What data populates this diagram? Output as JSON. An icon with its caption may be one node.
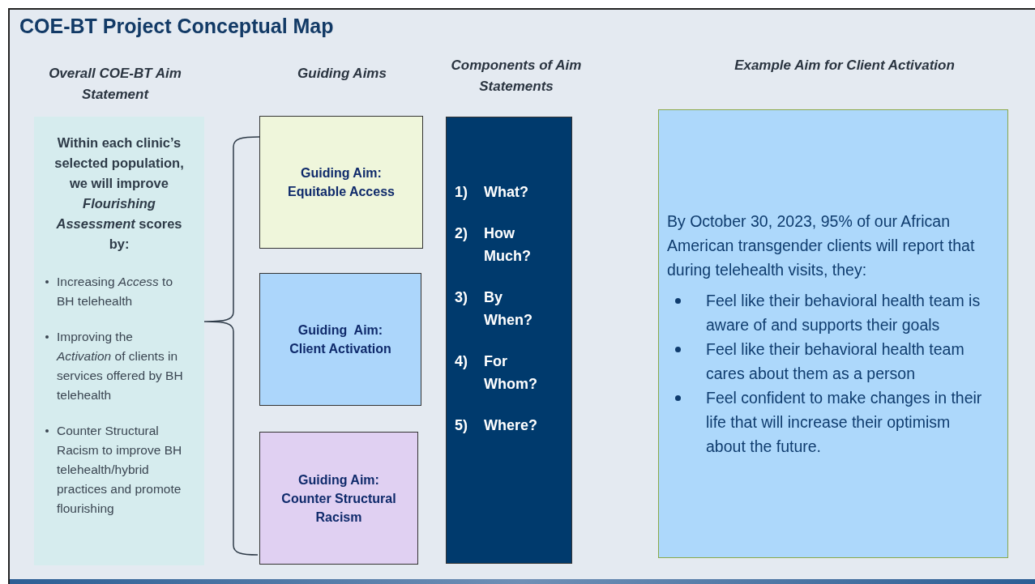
{
  "diagram": {
    "title": "COE-BT Project Conceptual Map",
    "nodes": [
      {
        "text": [
          "Within each clinic’s selected population, we will improve *Flourishing Assessment* scores by:",
          "Increasing *Access* to BH telehealth",
          "Improving the *Activation* of clients in services offered by BH telehealth",
          "Counter Structural Racism to improve BH telehealth/hybrid practices and promote flourishing"
        ]
      },
      {
        "text": [
          "Guiding Aim: Equitable Access"
        ]
      },
      {
        "text": [
          "Guiding  Aim: Client Activation"
        ]
      },
      {
        "text": [
          "Guiding Aim: Counter Structural Racism"
        ]
      },
      {
        "text": [
          "1) What?",
          "2) How Much?",
          "3) By When?",
          "4) For Whom?",
          "5) Where?"
        ]
      },
      {
        "text": [
          "By October 30, 2023, 95% of our African American transgender clients will report that during telehealth visits, they:",
          "Feel like their behavioral health team is aware of and supports their goals",
          "Feel like their behavioral health team cares about them as a person",
          "Feel confident to make changes in their life that will increase their optimism about the future."
        ]
      }
    ],
    "labels": [
      "Overall COE-BT Aim Statement",
      "Guiding Aims",
      "Components of Aim Statements",
      "Example Aim for Client Activation"
    ]
  }
}
